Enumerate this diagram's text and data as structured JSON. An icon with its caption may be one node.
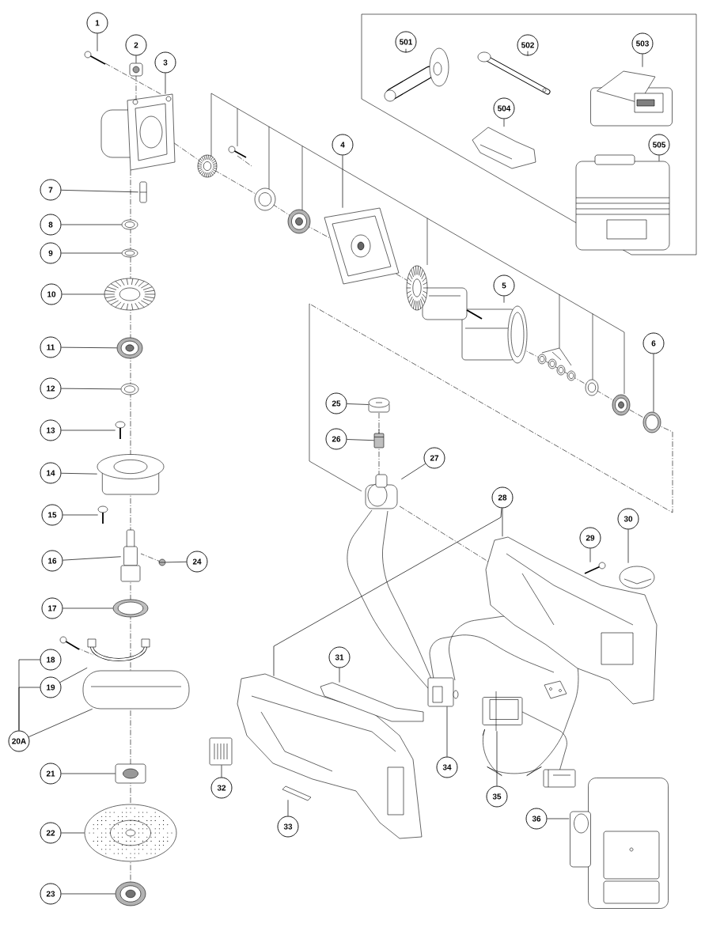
{
  "diagram": {
    "nodes": [
      {
        "text": [
          "1"
        ]
      },
      {
        "text": [
          "2"
        ]
      },
      {
        "text": [
          "3"
        ]
      },
      {
        "text": [
          "4"
        ]
      },
      {
        "text": [
          "5"
        ]
      },
      {
        "text": [
          "6"
        ]
      },
      {
        "text": [
          "7"
        ]
      },
      {
        "text": [
          "8"
        ]
      },
      {
        "text": [
          "9"
        ]
      },
      {
        "text": [
          "10"
        ]
      },
      {
        "text": [
          "11"
        ]
      },
      {
        "text": [
          "12"
        ]
      },
      {
        "text": [
          "13"
        ]
      },
      {
        "text": [
          "14"
        ]
      },
      {
        "text": [
          "15"
        ]
      },
      {
        "text": [
          "16"
        ]
      },
      {
        "text": [
          "17"
        ]
      },
      {
        "text": [
          "18"
        ]
      },
      {
        "text": [
          "19"
        ]
      },
      {
        "text": [
          "20A"
        ]
      },
      {
        "text": [
          "21"
        ]
      },
      {
        "text": [
          "22"
        ]
      },
      {
        "text": [
          "23"
        ]
      },
      {
        "text": [
          "24"
        ]
      },
      {
        "text": [
          "25"
        ]
      },
      {
        "text": [
          "26"
        ]
      },
      {
        "text": [
          "27"
        ]
      },
      {
        "text": [
          "28"
        ]
      },
      {
        "text": [
          "29"
        ]
      },
      {
        "text": [
          "30"
        ]
      },
      {
        "text": [
          "31"
        ]
      },
      {
        "text": [
          "32"
        ]
      },
      {
        "text": [
          "33"
        ]
      },
      {
        "text": [
          "34"
        ]
      },
      {
        "text": [
          "35"
        ]
      },
      {
        "text": [
          "36"
        ]
      },
      {
        "text": [
          "501"
        ]
      },
      {
        "text": [
          "502"
        ]
      },
      {
        "text": [
          "503"
        ]
      },
      {
        "text": [
          "504"
        ]
      },
      {
        "text": [
          "505"
        ]
      },
      {
        "text": [],
        "shape": "picture"
      },
      {
        "text": [],
        "shape": "picture"
      },
      {
        "text": [],
        "shape": "picture"
      },
      {
        "text": [],
        "shape": "picture"
      },
      {
        "text": [],
        "shape": "picture"
      },
      {
        "text": [],
        "shape": "picture"
      },
      {
        "text": [],
        "shape": "picture"
      },
      {
        "text": [],
        "shape": "picture"
      },
      {
        "text": [],
        "shape": "picture"
      },
      {
        "text": [],
        "shape": "picture"
      },
      {
        "text": [],
        "shape": "picture"
      },
      {
        "text": [],
        "shape": "picture"
      },
      {
        "text": [],
        "shape": "picture"
      },
      {
        "text": [],
        "shape": "picture"
      },
      {
        "text": [],
        "shape": "picture"
      },
      {
        "text": [],
        "shape": "picture"
      },
      {
        "text": [],
        "shape": "picture"
      },
      {
        "text": [],
        "shape": "picture"
      },
      {
        "text": [],
        "shape": "picture"
      },
      {
        "text": [],
        "shape": "picture"
      },
      {
        "text": [],
        "shape": "picture"
      },
      {
        "text": [],
        "shape": "picture"
      },
      {
        "text": [],
        "shape": "picture"
      },
      {
        "text": [],
        "shape": "picture"
      },
      {
        "text": [],
        "shape": "picture"
      },
      {
        "text": [],
        "shape": "picture"
      },
      {
        "text": [],
        "shape": "picture"
      },
      {
        "text": [],
        "shape": "picture"
      },
      {
        "text": [],
        "shape": "picture"
      },
      {
        "text": [],
        "shape": "picture"
      },
      {
        "text": [],
        "shape": "picture"
      },
      {
        "text": [],
        "shape": "picture"
      },
      {
        "text": [],
        "shape": "picture"
      },
      {
        "text": [],
        "shape": "picture"
      },
      {
        "text": [],
        "shape": "picture"
      },
      {
        "text": [],
        "shape": "picture"
      },
      {
        "text": [],
        "shape": "picture"
      },
      {
        "text": [],
        "shape": "picture"
      },
      {
        "text": [],
        "shape": "picture"
      },
      {
        "text": [],
        "shape": "picture"
      },
      {
        "text": [],
        "shape": "picture"
      },
      {
        "text": [],
        "shape": "picture"
      },
      {
        "text": [],
        "shape": "picture"
      },
      {
        "text": [],
        "shape": "picture"
      },
      {
        "text": [],
        "shape": "picture"
      },
      {
        "text": [],
        "shape": "picture"
      },
      {
        "text": [],
        "shape": "picture"
      },
      {
        "text": [],
        "shape": "picture"
      },
      {
        "text": [],
        "shape": "picture"
      },
      {
        "text": [],
        "shape": "picture"
      },
      {
        "text": [],
        "shape": "picture"
      },
      {
        "text": [],
        "shape": "picture"
      },
      {
        "text": [],
        "shape": "picture"
      },
      {
        "text": [],
        "shape": "picture"
      },
      {
        "text": [],
        "shape": "picture"
      }
    ],
    "edges": [
      {
        "from": 0,
        "to": 41,
        "arrow": "none"
      },
      {
        "from": 1,
        "to": 42,
        "arrow": "none"
      },
      {
        "from": 2,
        "to": 43,
        "arrow": "none"
      },
      {
        "from": 3,
        "to": 44,
        "arrow": "none"
      },
      {
        "from": 4,
        "to": 45,
        "arrow": "none"
      },
      {
        "from": 5,
        "to": 46,
        "arrow": "none"
      },
      {
        "from": 6,
        "to": 47,
        "arrow": "none"
      },
      {
        "from": 7,
        "to": 48,
        "arrow": "none"
      },
      {
        "from": 8,
        "to": 49,
        "arrow": "none"
      },
      {
        "from": 9,
        "to": 50,
        "arrow": "none"
      },
      {
        "from": 10,
        "to": 51,
        "arrow": "none"
      },
      {
        "from": 11,
        "to": 52,
        "arrow": "none"
      },
      {
        "from": 12,
        "to": 53,
        "arrow": "none"
      },
      {
        "from": 13,
        "to": 54,
        "arrow": "none"
      },
      {
        "from": 14,
        "to": 55,
        "arrow": "none"
      },
      {
        "from": 15,
        "to": 56,
        "arrow": "none"
      },
      {
        "from": 16,
        "to": 57,
        "arrow": "none"
      },
      {
        "from": 18,
        "to": 58,
        "arrow": "none"
      },
      {
        "from": 19,
        "to": 59,
        "arrow": "none"
      },
      {
        "from": 19,
        "to": 17,
        "arrow": "none"
      },
      {
        "from": 19,
        "to": 18,
        "arrow": "none"
      },
      {
        "from": 20,
        "to": 60,
        "arrow": "none"
      },
      {
        "from": 21,
        "to": 61,
        "arrow": "none"
      },
      {
        "from": 22,
        "to": 62,
        "arrow": "none"
      },
      {
        "from": 23,
        "to": 63,
        "arrow": "none"
      },
      {
        "from": 24,
        "to": 64,
        "arrow": "none"
      },
      {
        "from": 25,
        "to": 65,
        "arrow": "none"
      },
      {
        "from": 26,
        "to": 66,
        "arrow": "none"
      },
      {
        "from": 27,
        "to": 67,
        "arrow": "none"
      },
      {
        "from": 27,
        "to": 68,
        "arrow": "none"
      },
      {
        "from": 28,
        "to": 69,
        "arrow": "none"
      },
      {
        "from": 29,
        "to": 70,
        "arrow": "none"
      },
      {
        "from": 30,
        "to": 71,
        "arrow": "none"
      },
      {
        "from": 31,
        "to": 72,
        "arrow": "none"
      },
      {
        "from": 32,
        "to": 73,
        "arrow": "none"
      },
      {
        "from": 33,
        "to": 74,
        "arrow": "none"
      },
      {
        "from": 34,
        "to": 75,
        "arrow": "none"
      },
      {
        "from": 35,
        "to": 76,
        "arrow": "none"
      },
      {
        "from": 36,
        "to": 77,
        "arrow": "none"
      },
      {
        "from": 37,
        "to": 78,
        "arrow": "none"
      },
      {
        "from": 38,
        "to": 79,
        "arrow": "none"
      },
      {
        "from": 39,
        "to": 80,
        "arrow": "none"
      },
      {
        "from": 40,
        "to": 81,
        "arrow": "none"
      }
    ]
  }
}
